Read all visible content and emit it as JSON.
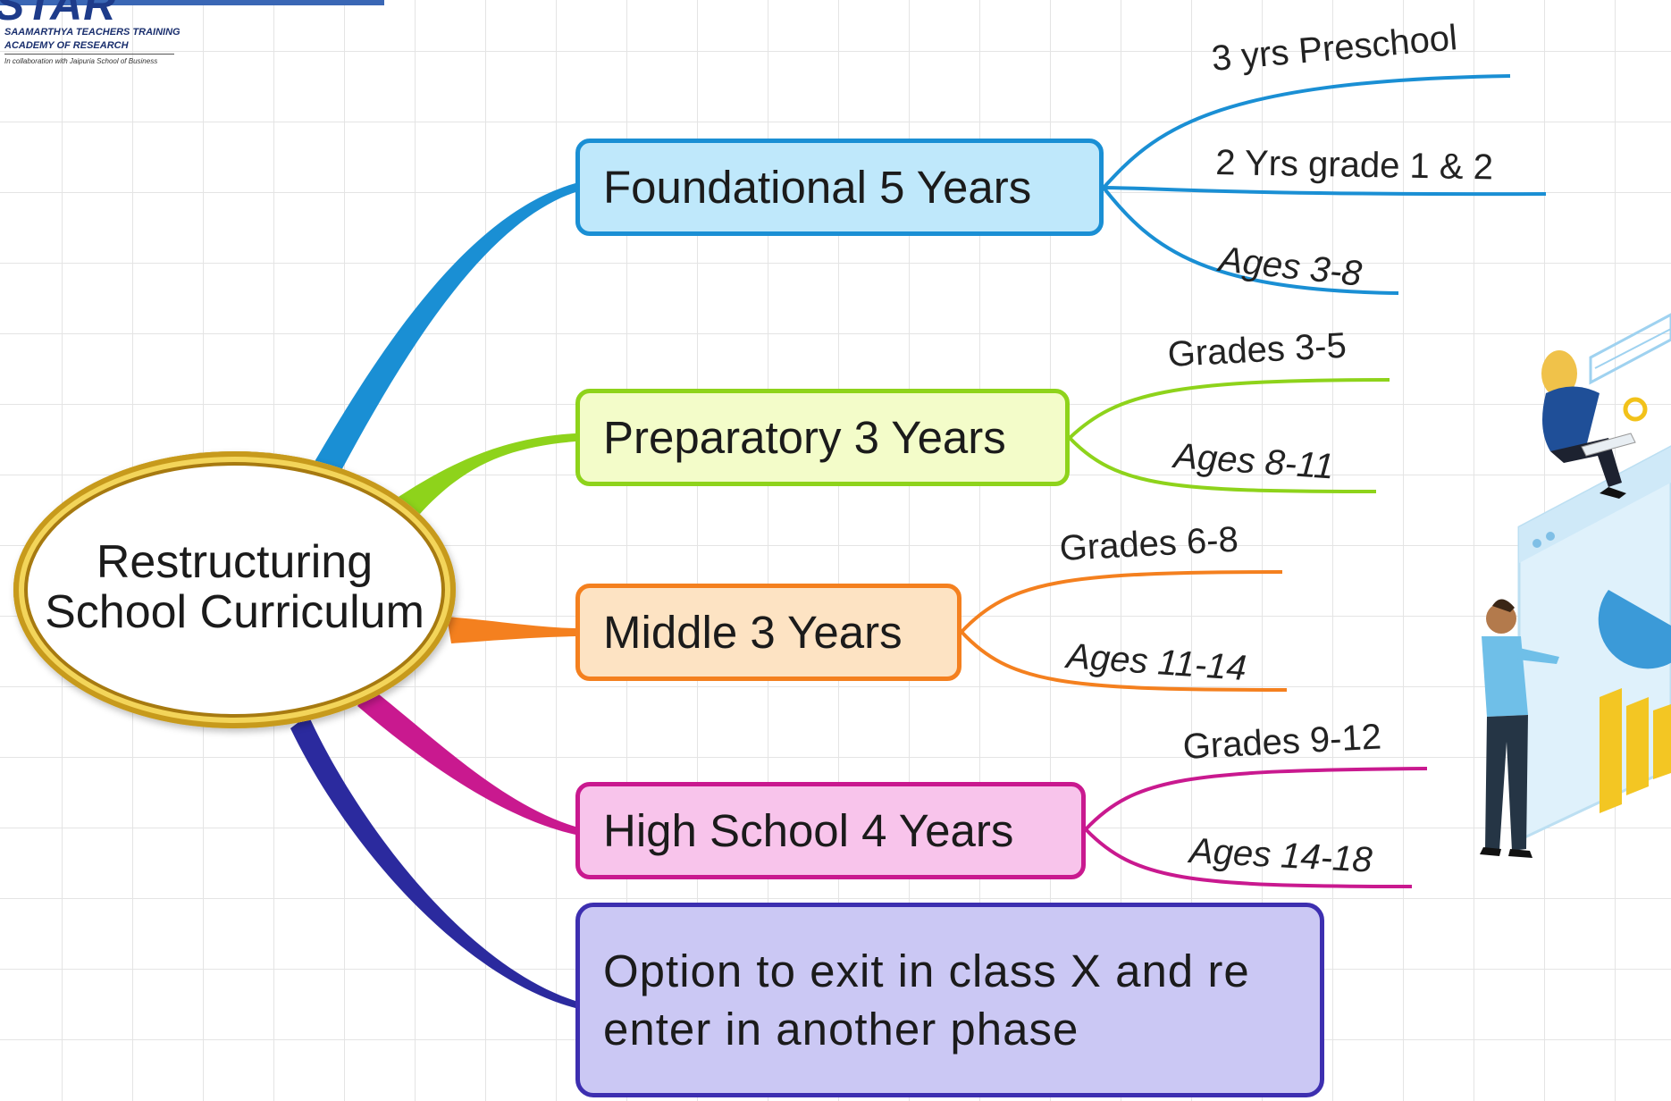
{
  "logo": {
    "word": "STAR",
    "line1": "SAAMARTHYA TEACHERS TRAINING",
    "line2": "ACADEMY OF RESEARCH",
    "line3": "In collaboration with Jaipuria School of Business"
  },
  "root": {
    "line1": "Restructuring",
    "line2": "School Curriculum"
  },
  "branches": [
    {
      "label": "Foundational 5 Years",
      "color": "#1a8fd4",
      "leaves": [
        "3 yrs Preschool",
        "2 Yrs grade 1 & 2",
        "Ages 3-8"
      ]
    },
    {
      "label": "Preparatory 3 Years",
      "color": "#8ed31b",
      "leaves": [
        "Grades 3-5",
        "Ages 8-11"
      ]
    },
    {
      "label": "Middle 3 Years",
      "color": "#f4801f",
      "leaves": [
        "Grades 6-8",
        "Ages 11-14"
      ]
    },
    {
      "label": "High School 4 Years",
      "color": "#c9198f",
      "leaves": [
        "Grades 9-12",
        "Ages 14-18"
      ]
    },
    {
      "label": "Option to exit in class X and re enter in another phase",
      "color": "#2b2a9e",
      "leaves": []
    }
  ]
}
